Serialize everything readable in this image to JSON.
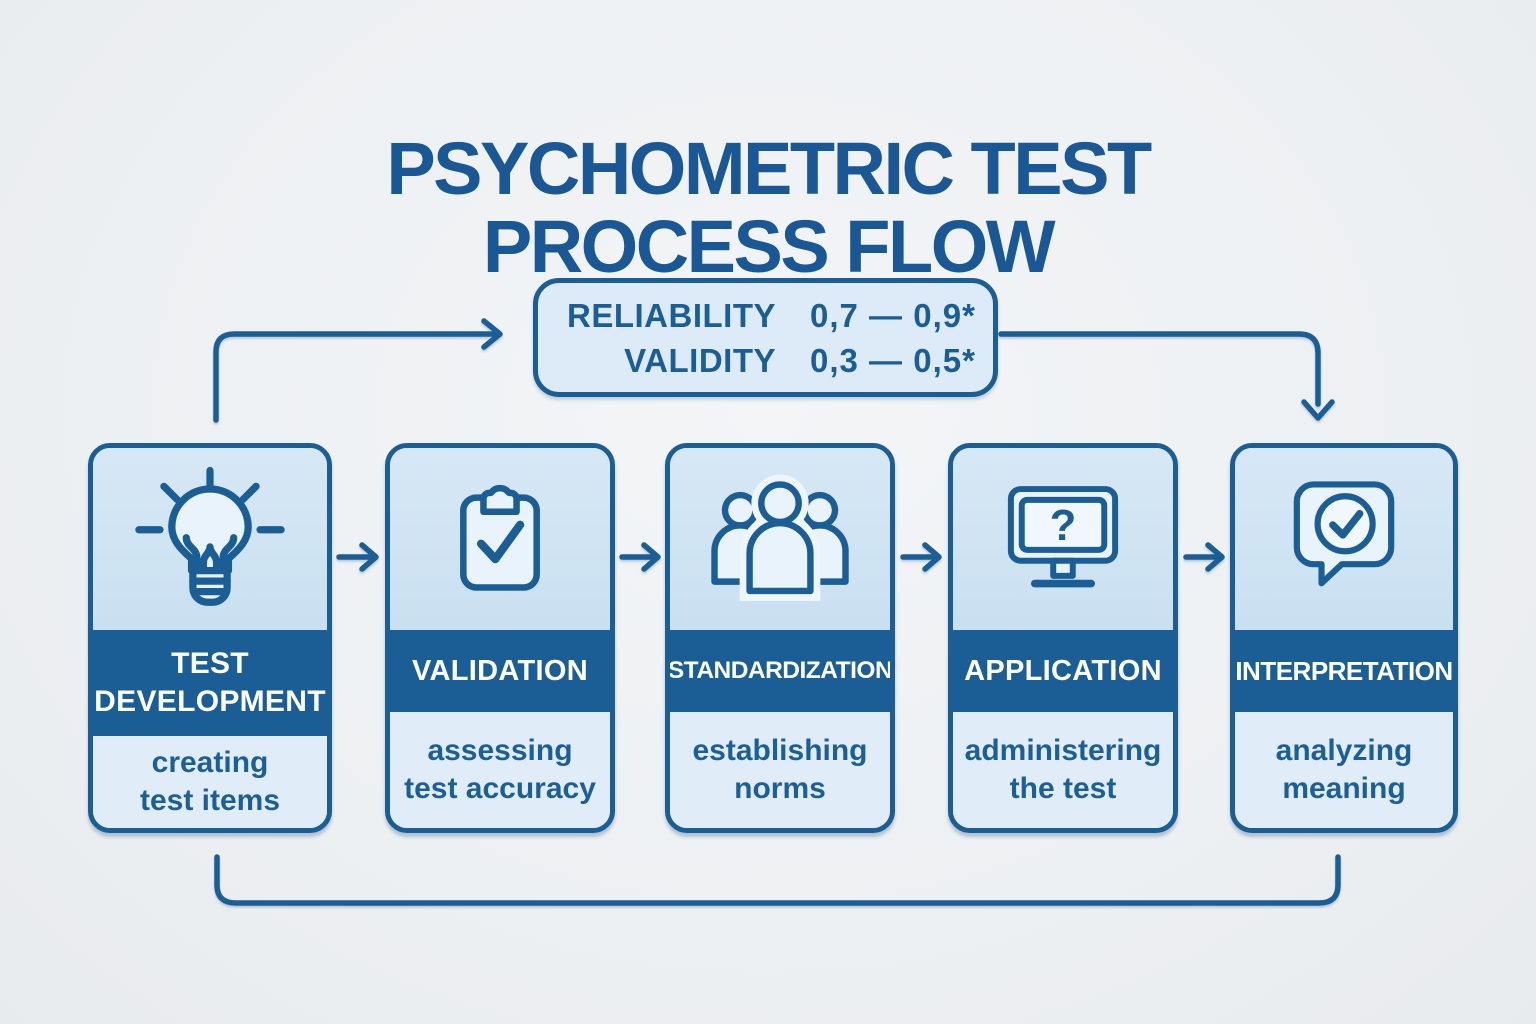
{
  "title": "PSYCHOMETRIC TEST\nPROCESS FLOW",
  "metrics": {
    "rows": [
      {
        "label": "RELIABILITY",
        "value": "0,7 — 0,9*"
      },
      {
        "label": "VALIDITY",
        "value": "0,3 — 0,5*"
      }
    ]
  },
  "cards": [
    {
      "title": "TEST\nDEVELOPMENT",
      "description": "creating\ntest items",
      "icon": "lightbulb-icon"
    },
    {
      "title": "VALIDATION",
      "description": "assessing\ntest accuracy",
      "icon": "clipboard-check-icon"
    },
    {
      "title": "STANDARDIZATION",
      "description": "establishing\nnorms",
      "icon": "people-group-icon"
    },
    {
      "title": "APPLICATION",
      "description": "administering\nthe test",
      "icon": "monitor-question-icon",
      "icon_glyph": "?"
    },
    {
      "title": "INTERPRETATION",
      "description": "analyzing\nmeaning",
      "icon": "speech-bubble-check-icon"
    }
  ],
  "colors": {
    "primary_blue": "#1b5e96",
    "title_text": "#1a5795",
    "band_text": "#ffffff",
    "icon_area_bg": "#cfe4f3",
    "description_bg": "#e0edf8",
    "metrics_bg": "#dcebf7",
    "background": "#eef1f3"
  }
}
